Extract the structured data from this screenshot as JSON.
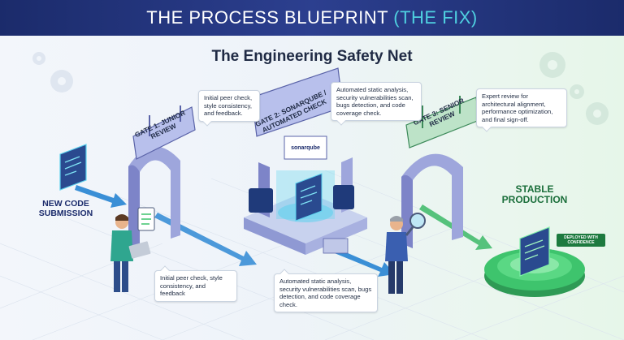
{
  "banner": {
    "title_main": "THE PROCESS BLUEPRINT ",
    "title_accent": "(THE FIX)",
    "accent_color": "#4fd0e0"
  },
  "subtitle": "The Engineering Safety Net",
  "gates": [
    {
      "sign": "GATE 1: JUNIOR REVIEW",
      "callout": "Initial peer check, style consistency, and feedback."
    },
    {
      "sign": "GATE 2: SONARQUBE / AUTOMATED CHECK",
      "callout": "Automated static analysis, security vulnerabilities scan, bugs detection, and code coverage check.",
      "tool_logo": "sonarqube"
    },
    {
      "sign": "GATE 3: SENIOR REVIEW",
      "callout": "Expert review for architectural alignment, performance optimization, and final sign-off."
    }
  ],
  "floor_callouts": [
    "Initial peer check, style consistency, and feedback",
    "Automated static analysis, security vulnerabilities scan, bugs detection, and code coverage check."
  ],
  "start_label": "NEW CODE SUBMISSION",
  "end_label": "STABLE PRODUCTION",
  "deploy_badge": "DEPLOYED WITH CONFIDENCE",
  "colors": {
    "banner": "#1b2b6b",
    "arrow": "#3a8fd6",
    "platform_green": "#3ec46d",
    "gate_purple": "#7d84c8"
  },
  "icons": [
    "code-card-icon",
    "gear-icon",
    "magnifier-icon",
    "clipboard-icon",
    "laptop-icon"
  ]
}
